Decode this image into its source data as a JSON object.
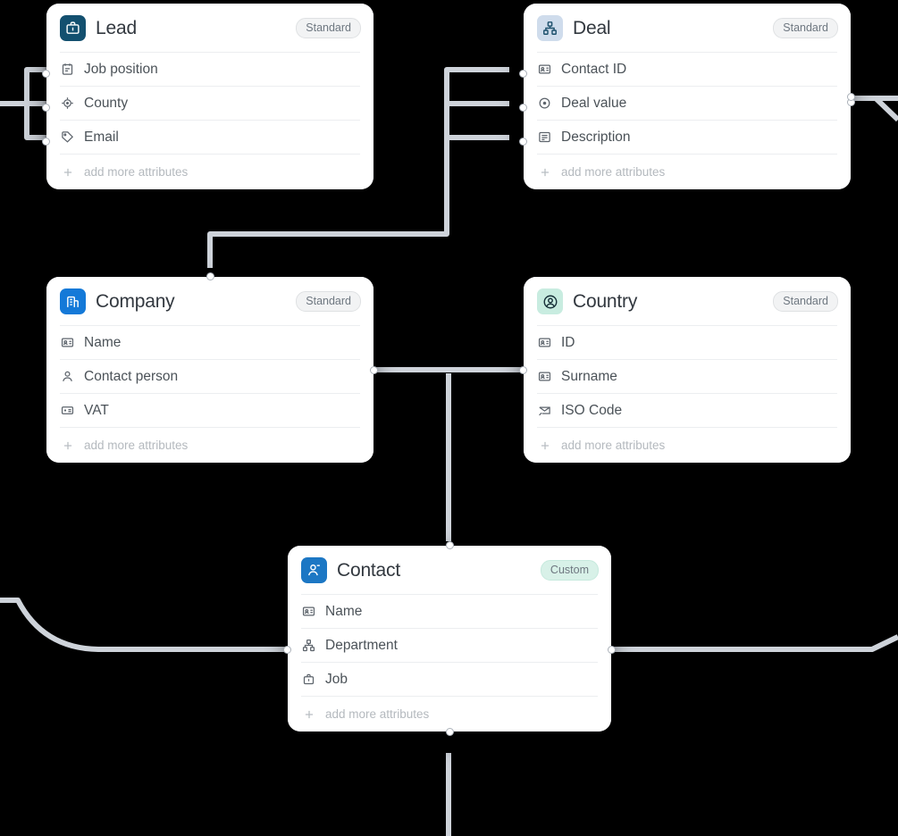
{
  "canvas": {
    "background": "#000000",
    "edge_color": "#ced3da",
    "handle_fill": "#ffffff",
    "handle_border": "#aab0b8"
  },
  "badges": {
    "standard": "Standard",
    "custom": "Custom"
  },
  "add_row_label": "add more attributes",
  "entities": [
    {
      "id": "lead",
      "title": "Lead",
      "badge": "Standard",
      "badge_type": "standard",
      "icon_name": "briefcase-icon",
      "icon_bg": "#13506f",
      "icon_fg": "#ffffff",
      "attributes": [
        {
          "label": "Job position",
          "icon_name": "calendar-icon"
        },
        {
          "label": "County",
          "icon_name": "target-icon"
        },
        {
          "label": "Email",
          "icon_name": "tag-icon"
        }
      ]
    },
    {
      "id": "deal",
      "title": "Deal",
      "badge": "Standard",
      "badge_type": "standard",
      "icon_name": "org-chart-icon",
      "icon_bg": "#cfdcec",
      "icon_fg": "#1b4f6b",
      "attributes": [
        {
          "label": "Contact ID",
          "icon_name": "id-card-icon"
        },
        {
          "label": "Deal value",
          "icon_name": "target-dot-icon"
        },
        {
          "label": "Description",
          "icon_name": "document-lines-icon"
        }
      ]
    },
    {
      "id": "company",
      "title": "Company",
      "badge": "Standard",
      "badge_type": "standard",
      "icon_name": "building-icon",
      "icon_bg": "#1479d8",
      "icon_fg": "#ffffff",
      "attributes": [
        {
          "label": "Name",
          "icon_name": "id-card-icon"
        },
        {
          "label": "Contact person",
          "icon_name": "person-icon"
        },
        {
          "label": "VAT",
          "icon_name": "id-card-icon"
        }
      ]
    },
    {
      "id": "country",
      "title": "Country",
      "badge": "Standard",
      "badge_type": "standard",
      "icon_name": "user-circle-icon",
      "icon_bg": "#c8ece0",
      "icon_fg": "#18313a",
      "attributes": [
        {
          "label": "ID",
          "icon_name": "id-card-icon"
        },
        {
          "label": "Surname",
          "icon_name": "id-card-icon"
        },
        {
          "label": "ISO Code",
          "icon_name": "envelope-icon"
        }
      ]
    },
    {
      "id": "contact",
      "title": "Contact",
      "badge": "Custom",
      "badge_type": "custom",
      "icon_name": "user-plus-icon",
      "icon_bg": "#1c77c4",
      "icon_fg": "#ffffff",
      "attributes": [
        {
          "label": "Name",
          "icon_name": "id-card-icon"
        },
        {
          "label": "Department",
          "icon_name": "org-chart-icon"
        },
        {
          "label": "Job",
          "icon_name": "briefcase-outline-icon"
        }
      ]
    }
  ]
}
